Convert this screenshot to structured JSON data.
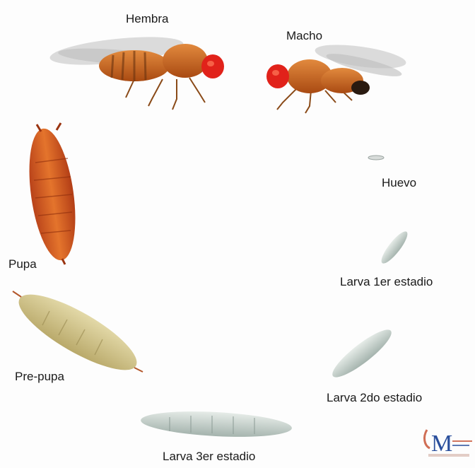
{
  "labels": {
    "female": "Hembra",
    "male": "Macho",
    "egg": "Huevo",
    "larva1": "Larva 1er estadio",
    "larva2": "Larva 2do estadio",
    "larva3": "Larva 3er estadio",
    "prepupa": "Pre-pupa",
    "pupa": "Pupa"
  },
  "logo": {
    "letter": "M"
  },
  "colors": {
    "fly_body": "#c8631c",
    "fly_eye": "#e01f10",
    "wing": "#b9b9b9",
    "pupa": "#d35a1e",
    "prepupa": "#cfc28b",
    "larva": "#bcc8c2",
    "logo": "#2a4f9c"
  }
}
